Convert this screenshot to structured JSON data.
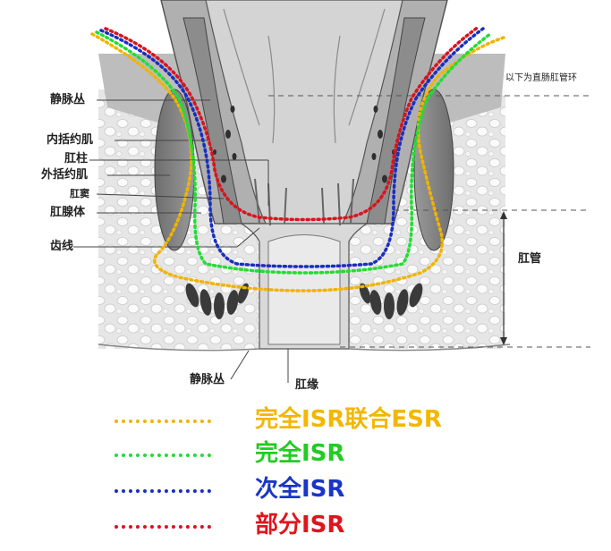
{
  "anatomy_labels": {
    "venous_plexus_top": "静脉丛",
    "internal_sphincter": "内括约肌",
    "anal_column": "肛柱",
    "external_sphincter": "外括约肌",
    "anal_sinus": "肛窦",
    "anal_gland": "肛腺体",
    "dentate_line": "齿线",
    "rectal_ring_note": "以下为直肠肛管环",
    "anal_canal": "肛管",
    "venous_plexus_bottom": "静脉丛",
    "anal_verge": "肛缘"
  },
  "legend": [
    {
      "label": "完全ISR联合ESR",
      "color": "#f2b700",
      "line_color": "#f0b400"
    },
    {
      "label": "完全ISR",
      "color": "#22cc22",
      "line_color": "#22dd33"
    },
    {
      "label": "次全ISR",
      "color": "#1a35c8",
      "line_color": "#1a2ec0"
    },
    {
      "label": "部分ISR",
      "color": "#e0141e",
      "line_color": "#d8141e"
    }
  ]
}
